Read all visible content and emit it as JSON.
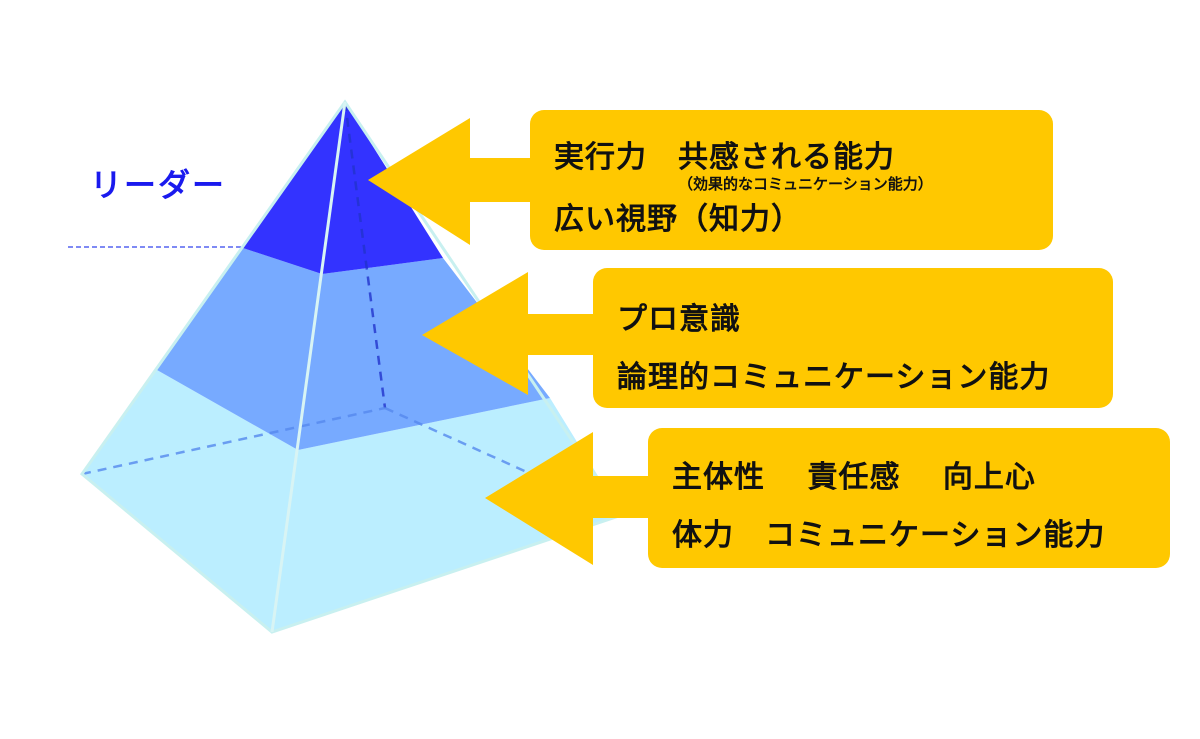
{
  "leader_label": "リーダー",
  "colors": {
    "top_layer": "#3333ff",
    "middle_layer": "#77aaff",
    "bottom_layer": "#bbeeff",
    "callout": "#ffc800",
    "leader_text": "#1a1aee"
  },
  "callouts": [
    {
      "line1": "実行力　共感される能力",
      "note": "（効果的なコミュニケーション能力）",
      "line2": "広い視野（知力）"
    },
    {
      "line1": "プロ意識",
      "line2": "論理的コミュニケーション能力"
    },
    {
      "line1": "主体性　 責任感　 向上心",
      "line2": "体力　コミュニケーション能力"
    }
  ]
}
